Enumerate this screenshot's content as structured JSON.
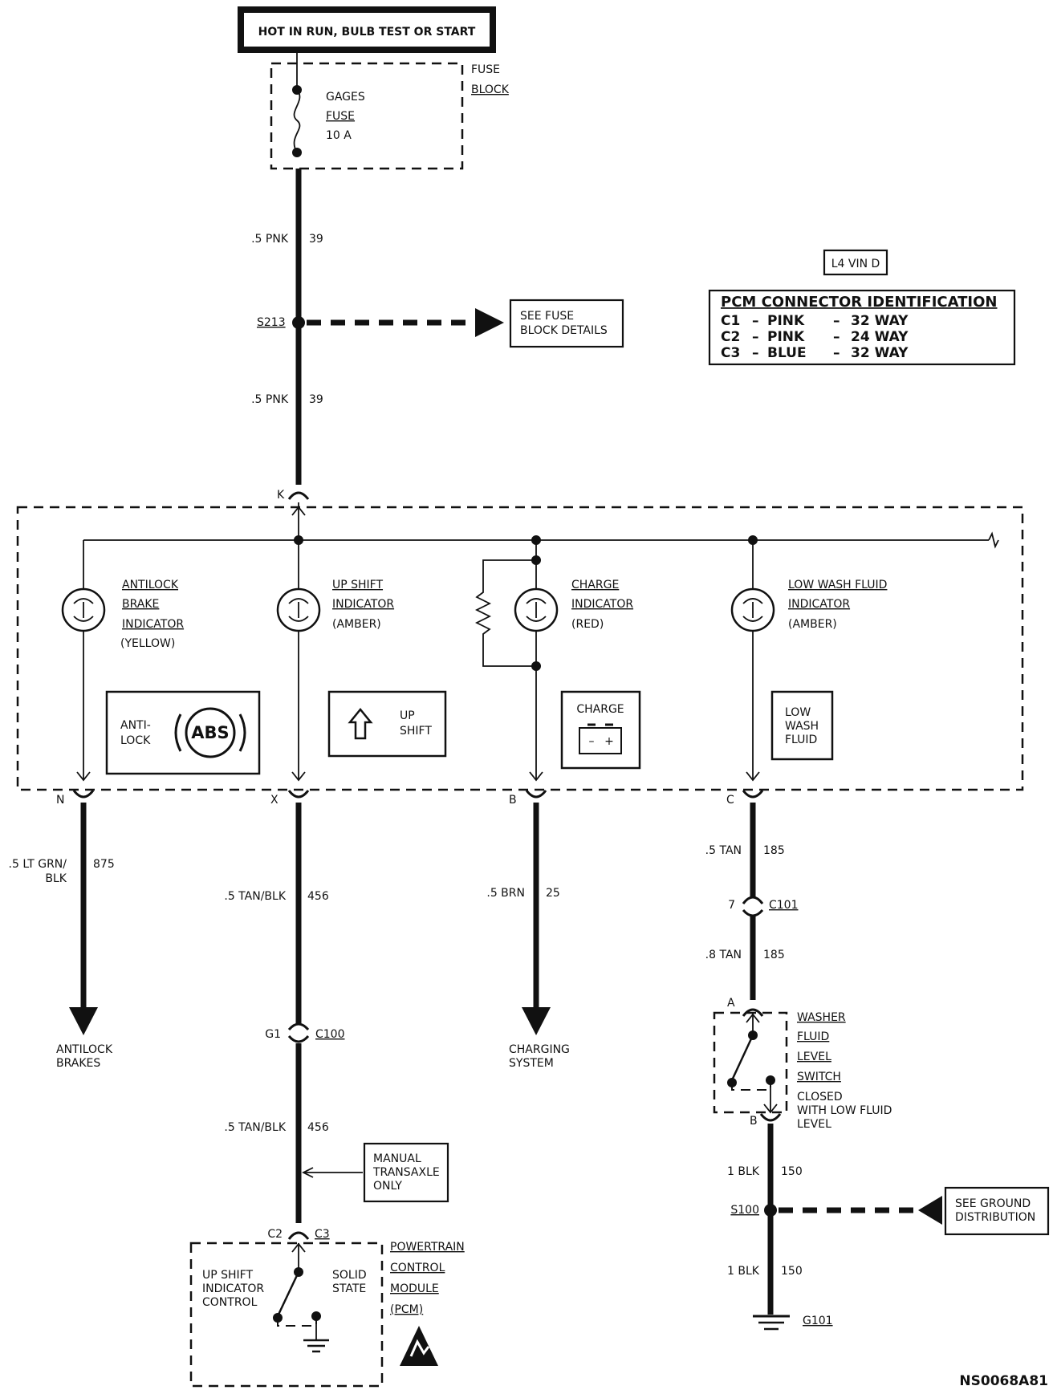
{
  "header": {
    "title": "HOT IN RUN, BULB TEST OR START"
  },
  "fuse_block": {
    "label_1": "FUSE",
    "label_2": "BLOCK",
    "fuse_name_1": "GAGES",
    "fuse_name_2": "FUSE",
    "rating": "10 A"
  },
  "wires": {
    "pnk_upper": {
      "size": ".5 PNK",
      "circuit": "39"
    },
    "pnk_lower": {
      "size": ".5 PNK",
      "circuit": "39"
    },
    "lt_grn_blk": {
      "size_1": ".5 LT GRN/",
      "size_2": "BLK",
      "circuit": "875"
    },
    "tan_blk_upper": {
      "size": ".5 TAN/BLK",
      "circuit": "456"
    },
    "tan_blk_lower": {
      "size": ".5 TAN/BLK",
      "circuit": "456"
    },
    "brn": {
      "size": ".5 BRN",
      "circuit": "25"
    },
    "tan_5": {
      "size": ".5 TAN",
      "circuit": "185"
    },
    "tan_8": {
      "size": ".8 TAN",
      "circuit": "185"
    },
    "blk_upper": {
      "size": "1 BLK",
      "circuit": "150"
    },
    "blk_lower": {
      "size": "1 BLK",
      "circuit": "150"
    }
  },
  "splices": {
    "s213": "S213",
    "s100": "S100"
  },
  "refs": {
    "fuse_details_1": "SEE FUSE",
    "fuse_details_2": "BLOCK DETAILS",
    "ground_dist_1": "SEE GROUND",
    "ground_dist_2": "DISTRIBUTION"
  },
  "vin": "L4 VIN D",
  "pcm_table": {
    "title": "PCM CONNECTOR IDENTIFICATION",
    "rows": [
      {
        "c": "C1",
        "color": "PINK",
        "way": "32 WAY"
      },
      {
        "c": "C2",
        "color": "PINK",
        "way": "24 WAY"
      },
      {
        "c": "C3",
        "color": "BLUE",
        "way": "32 WAY"
      }
    ],
    "dash": "–"
  },
  "pins": {
    "k": "K",
    "n": "N",
    "x": "X",
    "b": "B",
    "c": "C",
    "c101_pin": "7",
    "c100_pin": "G1",
    "switch_a": "A",
    "switch_b": "B",
    "c2": "C2",
    "c3": "C3"
  },
  "connectors": {
    "c101": "C101",
    "c100": "C100",
    "g101": "G101"
  },
  "indicators": {
    "abs": {
      "l1": "ANTILOCK",
      "l2": "BRAKE",
      "l3": "INDICATOR",
      "l4": "(YELLOW)",
      "panel_1": "ANTI-",
      "panel_2": "LOCK",
      "symbol": "ABS"
    },
    "upshift": {
      "l1": "UP SHIFT",
      "l2": "INDICATOR",
      "l3": "(AMBER)",
      "panel_1": "UP",
      "panel_2": "SHIFT"
    },
    "charge": {
      "l1": "CHARGE",
      "l2": "INDICATOR",
      "l3": "(RED)",
      "panel_1": "CHARGE",
      "minus": "–",
      "plus": "+"
    },
    "lowwash": {
      "l1": "LOW WASH FLUID",
      "l2": "INDICATOR",
      "l3": "(AMBER)",
      "panel_1": "LOW",
      "panel_2": "WASH",
      "panel_3": "FLUID"
    }
  },
  "destinations": {
    "antilock_1": "ANTILOCK",
    "antilock_2": "BRAKES",
    "charging_1": "CHARGING",
    "charging_2": "SYSTEM"
  },
  "manual_note": {
    "l1": "MANUAL",
    "l2": "TRANSAXLE",
    "l3": "ONLY"
  },
  "washer_switch": {
    "l1": "WASHER",
    "l2": "FLUID",
    "l3": "LEVEL",
    "l4": "SWITCH",
    "l5": "CLOSED",
    "l6": "WITH LOW FLUID",
    "l7": "LEVEL"
  },
  "pcm": {
    "ctrl_1": "UP SHIFT",
    "ctrl_2": "INDICATOR",
    "ctrl_3": "CONTROL",
    "solid_1": "SOLID",
    "solid_2": "STATE",
    "name_1": "POWERTRAIN",
    "name_2": "CONTROL",
    "name_3": "MODULE",
    "name_4": "(PCM)"
  },
  "diagram_id": "NS0068A81"
}
